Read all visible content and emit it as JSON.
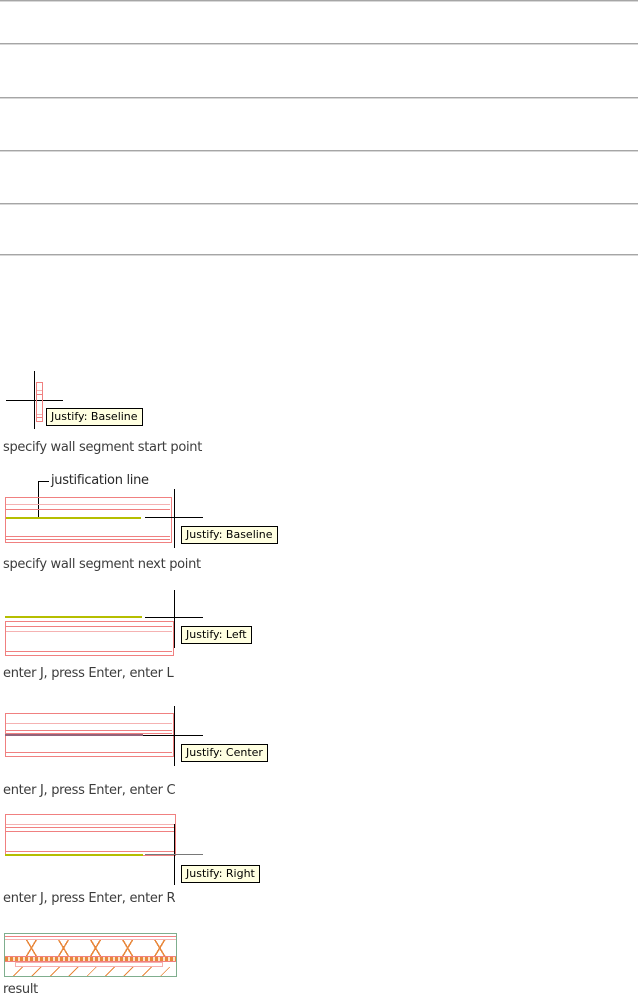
{
  "figures": [
    {
      "tooltip": "Justify: Baseline",
      "caption": "specify wall segment start point"
    },
    {
      "label": "justification line",
      "tooltip": "Justify: Baseline",
      "caption": "specify wall segment next point"
    },
    {
      "tooltip": "Justify: Left",
      "caption": "enter J, press Enter, enter L"
    },
    {
      "tooltip": "Justify: Center",
      "caption": "enter J, press Enter, enter C"
    },
    {
      "tooltip": "Justify: Right",
      "caption": "enter J, press Enter, enter R"
    }
  ],
  "result": {
    "caption": "result"
  },
  "colors": {
    "wall_outline_pink": "#F08080",
    "wall_line_light_pink": "#F5B2B2",
    "justification_line_olive": "#B5BE00",
    "center_justification_line": "#91647B",
    "tooltip_background": "#FFFFE1",
    "tooltip_border": "#000000",
    "crosshair_black": "#000000",
    "crosshair_gray": "#787878",
    "divider_gray": "#A6A6A6",
    "result_border_green": "#7FAE8E",
    "result_hatch_orange": "#E8873B",
    "caption_text": "#3C3C3C"
  }
}
